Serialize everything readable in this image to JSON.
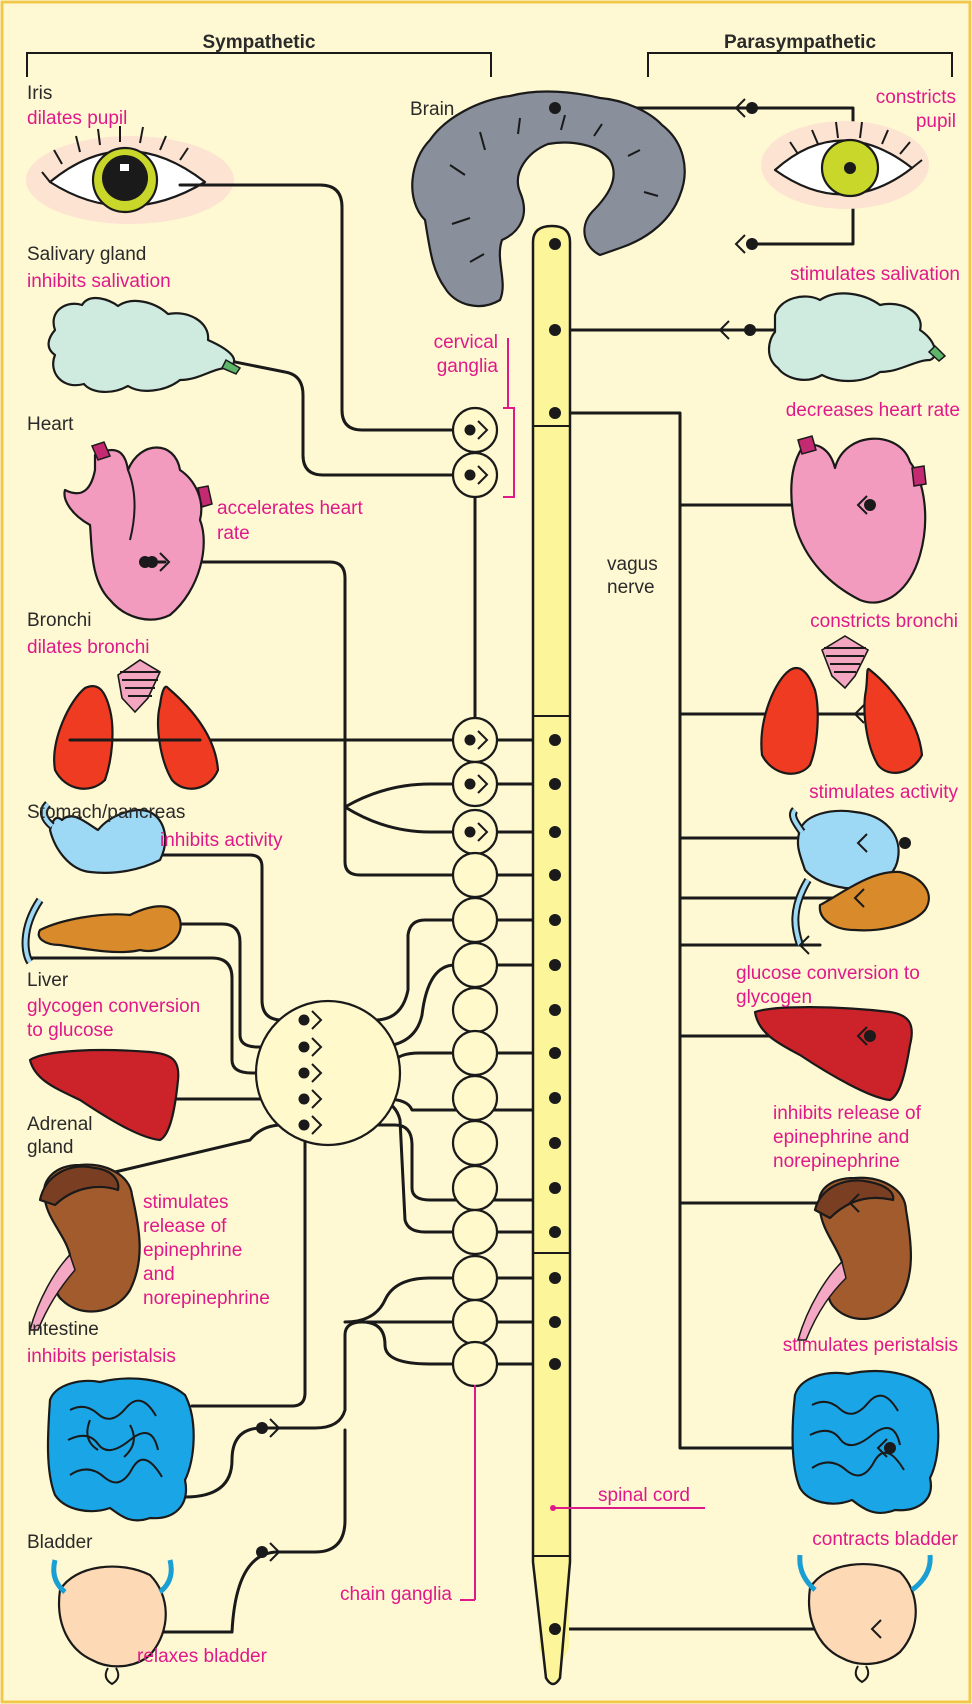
{
  "colors": {
    "background": "#fef9d2",
    "frame": "#f2c84a",
    "label_accent": "#e0198a",
    "spinal_cord": "#fdf59a",
    "brain": "#8a8f9c",
    "heart": "#f29bbf",
    "lungs": "#ee3b22",
    "stomach": "#9dd8f5",
    "pancreas": "#d98a2a",
    "liver": "#cc2229",
    "kidney": "#a25b2c",
    "intestine": "#1aa6e6",
    "bladder": "#fdd9b5",
    "salivary": "#cfeadf",
    "iris_sympathetic": "#c9d62a"
  },
  "headers": {
    "sympathetic": "Sympathetic",
    "parasympathetic": "Parasympathetic"
  },
  "labels": {
    "brain": "Brain",
    "cervical_ganglia": [
      "cervical",
      "ganglia"
    ],
    "vagus_nerve": [
      "vagus",
      "nerve"
    ],
    "spinal_cord": "spinal cord",
    "chain_ganglia": "chain ganglia"
  },
  "sympathetic": {
    "iris": {
      "organ": "Iris",
      "effect": [
        "dilates pupil"
      ]
    },
    "salivary": {
      "organ": "Salivary gland",
      "effect": [
        "inhibits salivation"
      ]
    },
    "heart": {
      "organ": "Heart",
      "effect": [
        "accelerates heart",
        "rate"
      ]
    },
    "bronchi": {
      "organ": "Bronchi",
      "effect": [
        "dilates bronchi"
      ]
    },
    "stomach": {
      "organ": "Stomach/pancreas",
      "effect": [
        "inhibits activity"
      ]
    },
    "liver": {
      "organ": "Liver",
      "effect": [
        "glycogen conversion",
        "to glucose"
      ]
    },
    "adrenal": {
      "organ": [
        "Adrenal",
        "gland"
      ],
      "effect": [
        "stimulates",
        "release of",
        "epinephrine",
        "and",
        "norepinephrine"
      ]
    },
    "intestine": {
      "organ": "Intestine",
      "effect": [
        "inhibits peristalsis"
      ]
    },
    "bladder": {
      "organ": "Bladder",
      "effect": [
        "relaxes bladder"
      ]
    }
  },
  "parasympathetic": {
    "iris": [
      "constricts",
      "pupil"
    ],
    "salivary": [
      "stimulates salivation"
    ],
    "heart": [
      "decreases heart rate"
    ],
    "bronchi": [
      "constricts bronchi"
    ],
    "stomach": [
      "stimulates activity"
    ],
    "liver": [
      "glucose conversion to",
      "glycogen"
    ],
    "adrenal": [
      "inhibits release of",
      "epinephrine and",
      "norepinephrine"
    ],
    "intestine": [
      "stimulates peristalsis"
    ],
    "bladder": [
      "contracts bladder"
    ]
  }
}
